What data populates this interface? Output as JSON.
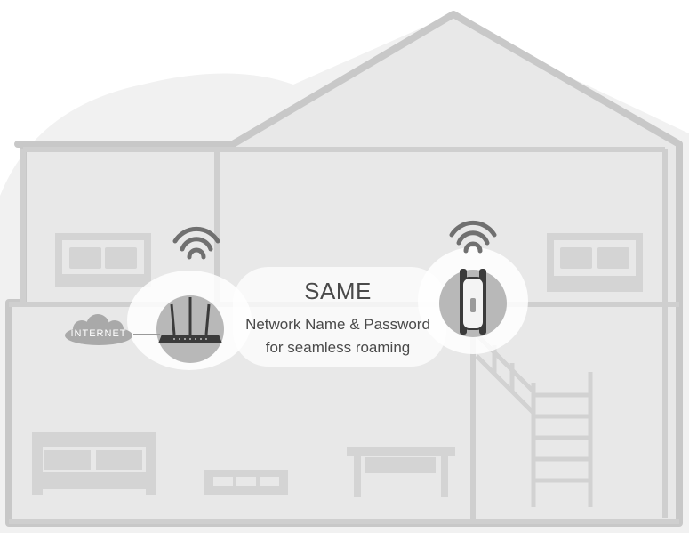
{
  "headline": "SAME",
  "subline_1": "Network Name & Password",
  "subline_2": "for seamless roaming",
  "internet_label": "INTERNET",
  "colors": {
    "background": "#ffffff",
    "halo": "#efefef",
    "house_fill": "#e9e9e9",
    "house_line": "#c9c9c9",
    "furniture": "#d6d6d6",
    "device_circle": "#b7b7b7",
    "device_dark": "#3b3b3b",
    "wifi": "#6f6f6f",
    "text": "#4a4a4a"
  },
  "icons": [
    "wifi-icon",
    "router-icon",
    "extender-icon",
    "cloud-icon",
    "bed-icon",
    "sofa-icon",
    "desk-icon",
    "ladder-icon"
  ]
}
